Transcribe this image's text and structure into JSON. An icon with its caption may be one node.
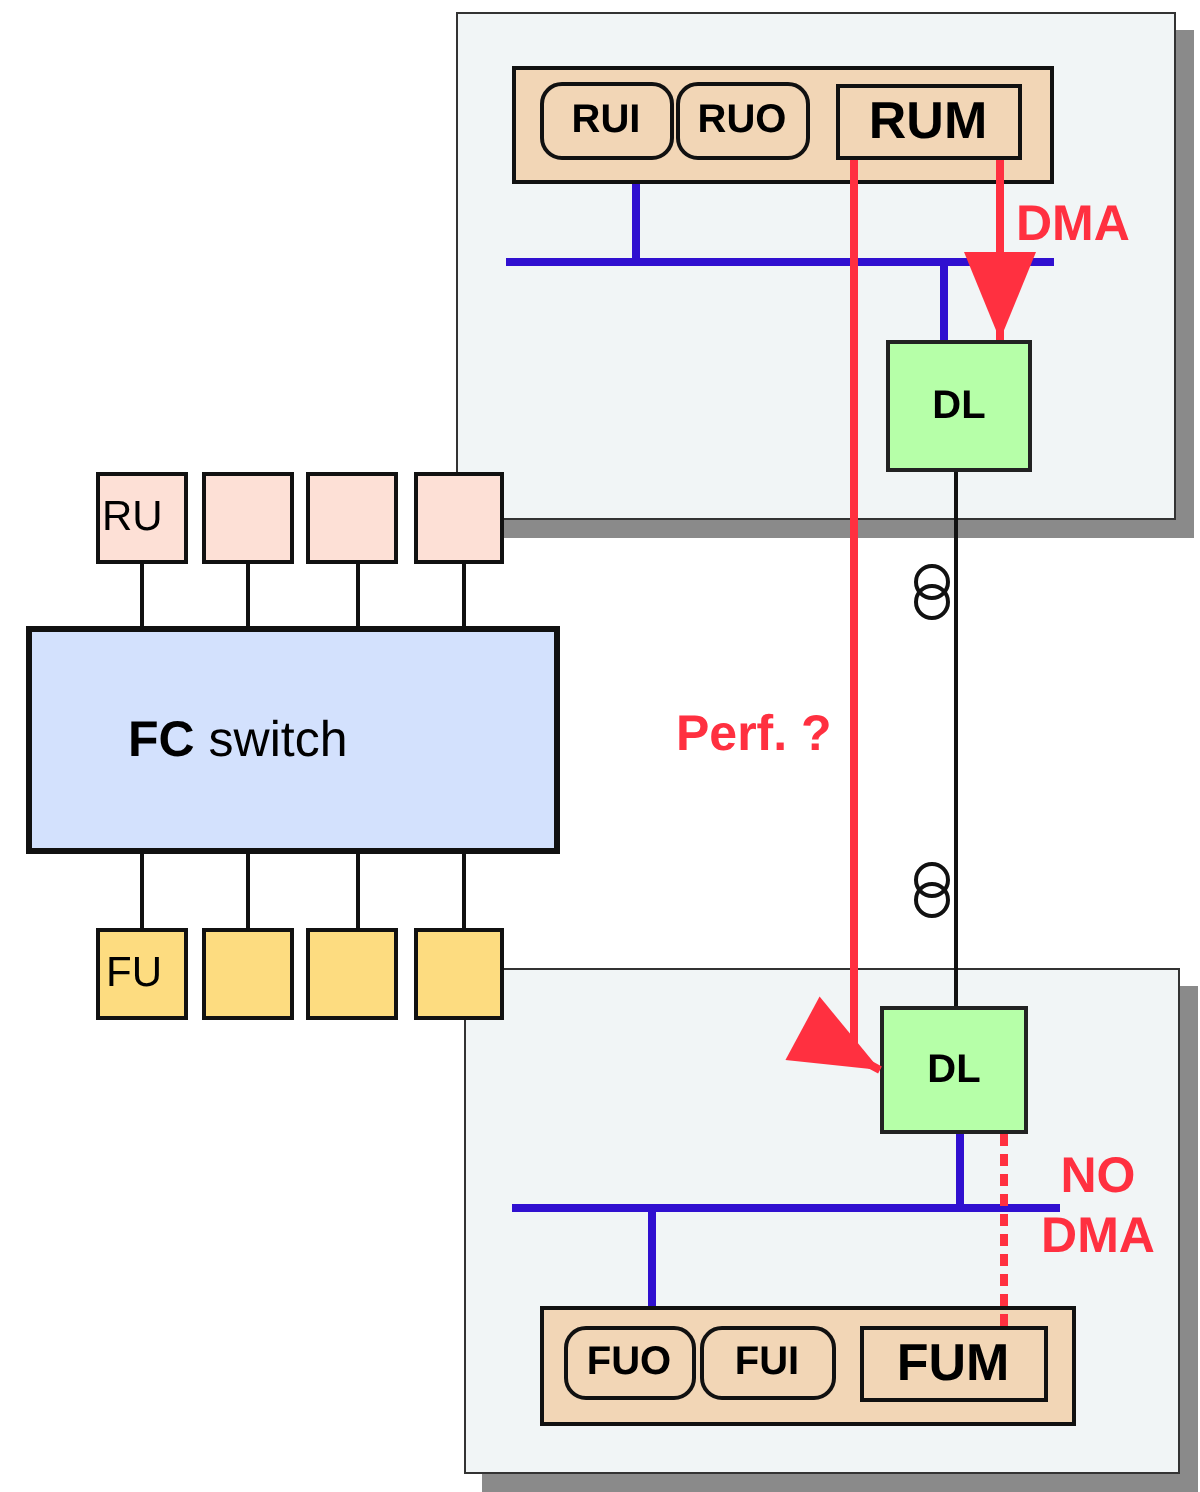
{
  "diagram": {
    "nodes": [
      {
        "text": [],
        "shape": "box"
      },
      {
        "text": [],
        "shape": "box",
        "in": 0
      },
      {
        "text": [
          "RUI"
        ],
        "in": 1
      },
      {
        "text": [
          "RUO"
        ],
        "in": 1
      },
      {
        "text": [
          "RUM"
        ],
        "in": 1
      },
      {
        "text": [
          "DL"
        ],
        "in": 0
      },
      {
        "text": [
          "RU"
        ]
      },
      {
        "text": [],
        "shape": "box"
      },
      {
        "text": [],
        "shape": "box"
      },
      {
        "text": [],
        "shape": "box"
      },
      {
        "text": [
          "**FC** switch"
        ]
      },
      {
        "text": [
          "FU"
        ]
      },
      {
        "text": [],
        "shape": "box"
      },
      {
        "text": [],
        "shape": "box"
      },
      {
        "text": [],
        "shape": "box"
      },
      {
        "text": [],
        "shape": "box"
      },
      {
        "text": [
          "DL"
        ],
        "in": 15
      },
      {
        "text": [],
        "shape": "box",
        "in": 15
      },
      {
        "text": [
          "FUO"
        ],
        "in": 17
      },
      {
        "text": [
          "FUI"
        ],
        "in": 17
      },
      {
        "text": [
          "FUM"
        ],
        "in": 17
      }
    ],
    "edges": [
      {
        "from": 1,
        "to": 5,
        "arrow": "none",
        "color": "#3010d0",
        "style": "thick"
      },
      {
        "from": 4,
        "to": 5,
        "arrow": "to",
        "label": "DMA",
        "color": "#ff3040",
        "style": "thick"
      },
      {
        "from": 4,
        "to": 16,
        "arrow": "to",
        "label": "Perf. ?",
        "color": "#ff3040",
        "style": "thick"
      },
      {
        "from": 5,
        "to": 16,
        "arrow": "none"
      },
      {
        "from": 6,
        "to": 10,
        "arrow": "none"
      },
      {
        "from": 7,
        "to": 10,
        "arrow": "none"
      },
      {
        "from": 8,
        "to": 10,
        "arrow": "none"
      },
      {
        "from": 9,
        "to": 10,
        "arrow": "none"
      },
      {
        "from": 10,
        "to": 11,
        "arrow": "none"
      },
      {
        "from": 10,
        "to": 12,
        "arrow": "none"
      },
      {
        "from": 10,
        "to": 13,
        "arrow": "none"
      },
      {
        "from": 10,
        "to": 14,
        "arrow": "none"
      },
      {
        "from": 17,
        "to": 16,
        "arrow": "none",
        "color": "#3010d0",
        "style": "thick"
      },
      {
        "from": 16,
        "to": 20,
        "arrow": "none",
        "label": "NO DMA",
        "color": "#ff3040",
        "style": "dashed"
      }
    ]
  }
}
